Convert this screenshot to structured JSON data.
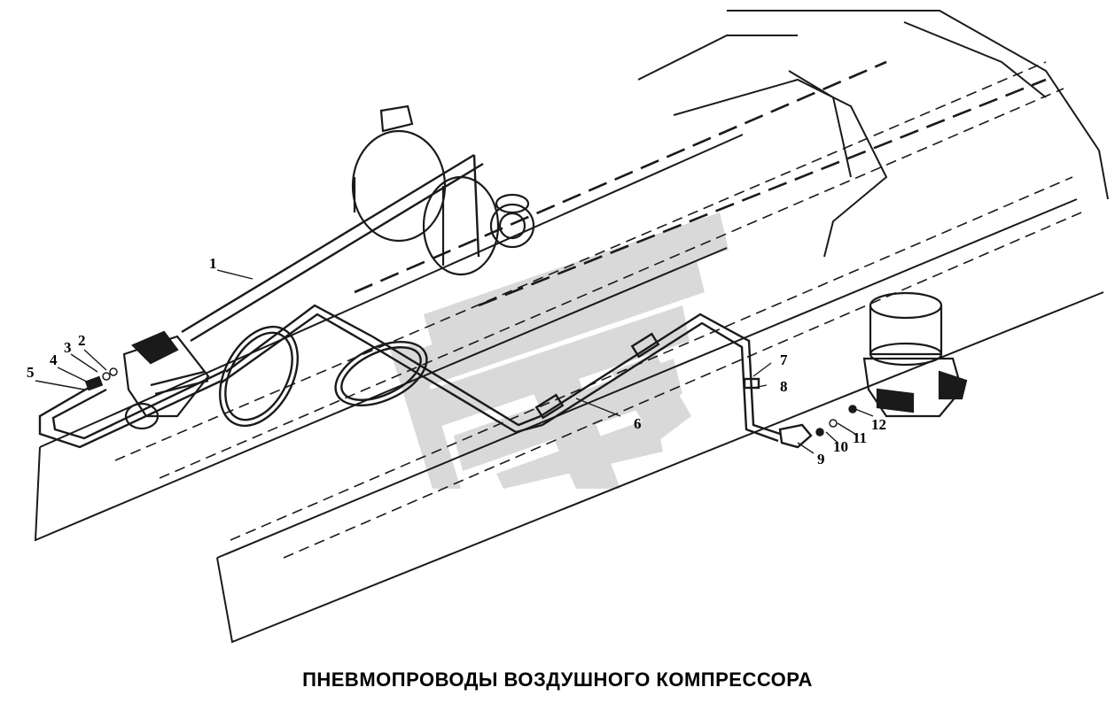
{
  "diagram": {
    "caption": "ПНЕВМОПРОВОДЫ ВОЗДУШНОГО КОМПРЕССОРА",
    "callouts": [
      "1",
      "2",
      "3",
      "4",
      "5",
      "6",
      "7",
      "8",
      "9",
      "10",
      "11",
      "12"
    ],
    "colors": {
      "line": "#1a1a1a",
      "watermark": "#d9d9d9"
    },
    "watermark_icon": "brand-logo-watermark"
  }
}
